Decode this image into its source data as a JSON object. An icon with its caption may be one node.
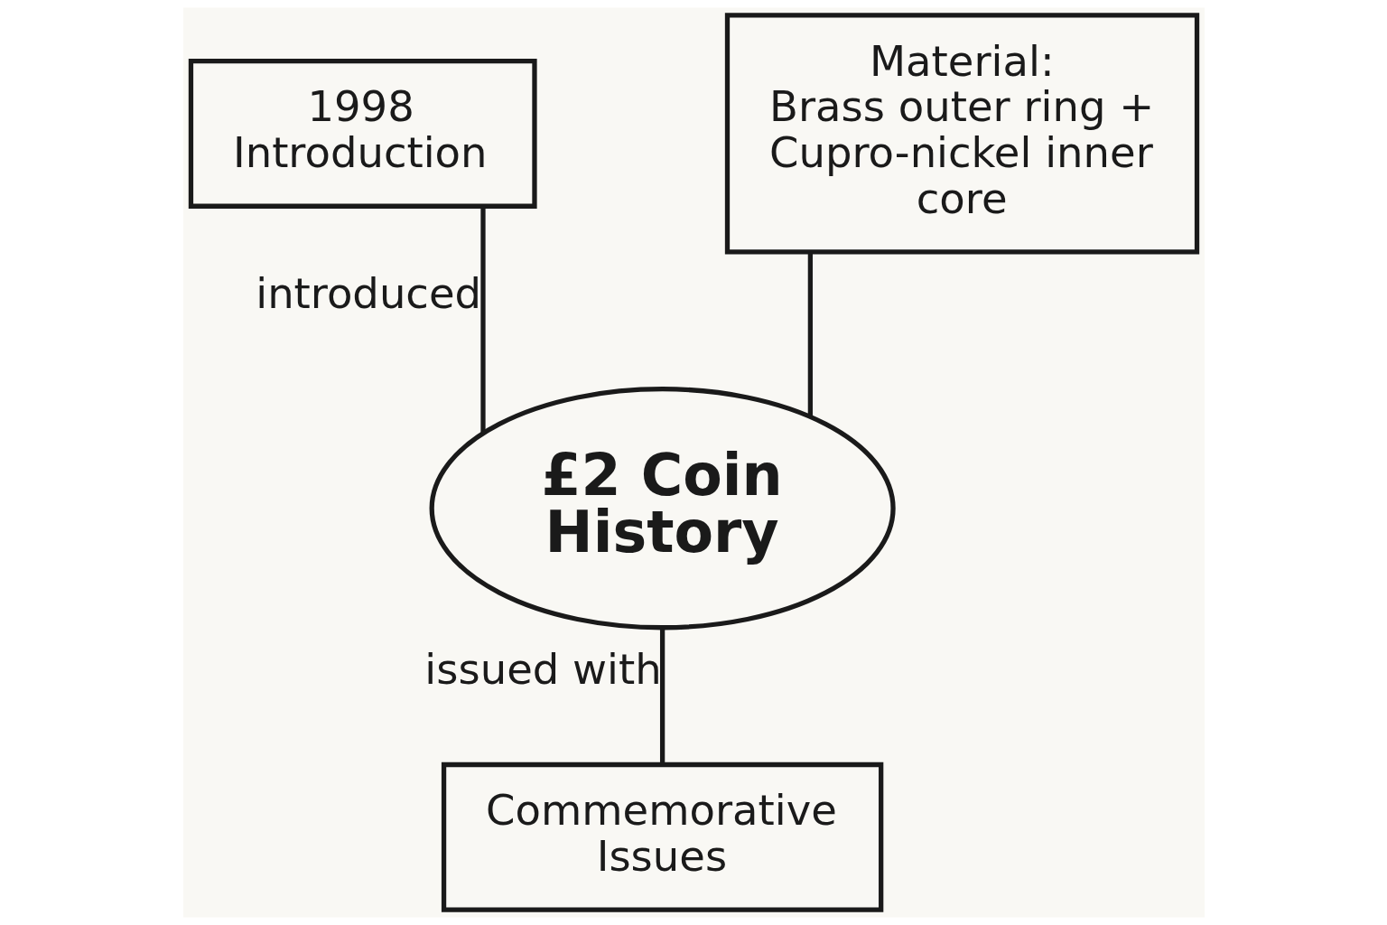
{
  "diagram": {
    "nodes": [
      {
        "text": [
          "1998 Introduction"
        ]
      },
      {
        "text": [
          "Material:",
          "Brass outer ring + Cupro-nickel inner core"
        ]
      },
      {
        "text": [
          "£2 Coin History"
        ]
      },
      {
        "text": [
          "Commemorative Issues"
        ]
      }
    ],
    "edges": [
      {
        "from": 0,
        "to": 2,
        "arrow": "none",
        "label": "introduced"
      },
      {
        "from": 1,
        "to": 2,
        "arrow": "none"
      },
      {
        "from": 2,
        "to": 3,
        "arrow": "none",
        "label": "issued with"
      }
    ]
  }
}
